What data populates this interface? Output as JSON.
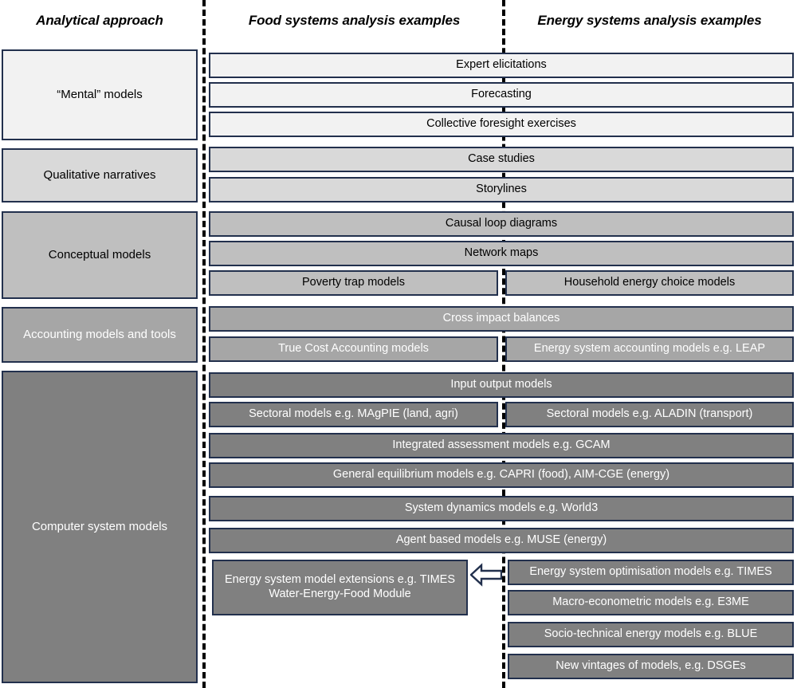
{
  "header": {
    "col_approach": "Analytical approach",
    "col_food": "Food systems analysis examples",
    "col_energy": "Energy systems analysis examples"
  },
  "colors": {
    "tone_mental": "#f2f2f2",
    "tone_qualitative": "#d9d9d9",
    "tone_conceptual": "#bfbfbf",
    "tone_accounting": "#a6a6a6",
    "tone_computer": "#808080",
    "border": "#22304d",
    "divider": "#000000"
  },
  "categories": [
    {
      "label": "“Mental” models"
    },
    {
      "label": "Qualitative narratives"
    },
    {
      "label": "Conceptual models"
    },
    {
      "label": "Accounting models and tools"
    },
    {
      "label": "Computer system models"
    }
  ],
  "rows": {
    "mental": [
      {
        "label": "Expert elicitations",
        "span": "full"
      },
      {
        "label": "Forecasting",
        "span": "full"
      },
      {
        "label": "Collective foresight exercises",
        "span": "full"
      }
    ],
    "qualitative": [
      {
        "label": "Case studies",
        "span": "full"
      },
      {
        "label": "Storylines",
        "span": "full"
      }
    ],
    "conceptual": [
      {
        "label": "Causal loop diagrams",
        "span": "full"
      },
      {
        "label": "Network maps",
        "span": "full"
      },
      {
        "label_food": "Poverty trap models",
        "label_energy": "Household energy choice models",
        "span": "split"
      }
    ],
    "accounting": [
      {
        "label": "Cross impact balances",
        "span": "full"
      },
      {
        "label_food": "True Cost Accounting models",
        "label_energy": "Energy system accounting models e.g. LEAP",
        "span": "split"
      }
    ],
    "computer": [
      {
        "label": "Input output models",
        "span": "full"
      },
      {
        "label_food": "Sectoral models e.g. MAgPIE (land, agri)",
        "label_energy": "Sectoral models e.g. ALADIN (transport)",
        "span": "split"
      },
      {
        "label": "Integrated assessment models e.g. GCAM",
        "span": "full"
      },
      {
        "label": "General equilibrium models e.g. CAPRI (food), AIM-CGE (energy)",
        "span": "full"
      },
      {
        "label": "System dynamics models e.g. World3",
        "span": "full"
      },
      {
        "label": "Agent based models e.g.  MUSE (energy)",
        "span": "full"
      }
    ],
    "computer_bottom_food": [
      {
        "label": "Energy system model extensions e.g. TIMES Water-Energy-Food Module"
      }
    ],
    "computer_bottom_energy": [
      {
        "label": "Energy system optimisation models e.g. TIMES"
      },
      {
        "label": "Macro-econometric models e.g. E3ME"
      },
      {
        "label": "Socio-technical energy models e.g. BLUE"
      },
      {
        "label": "New vintages of models, e.g. DSGEs"
      }
    ]
  },
  "arrow": {
    "name": "left-arrow",
    "direction": "left"
  }
}
